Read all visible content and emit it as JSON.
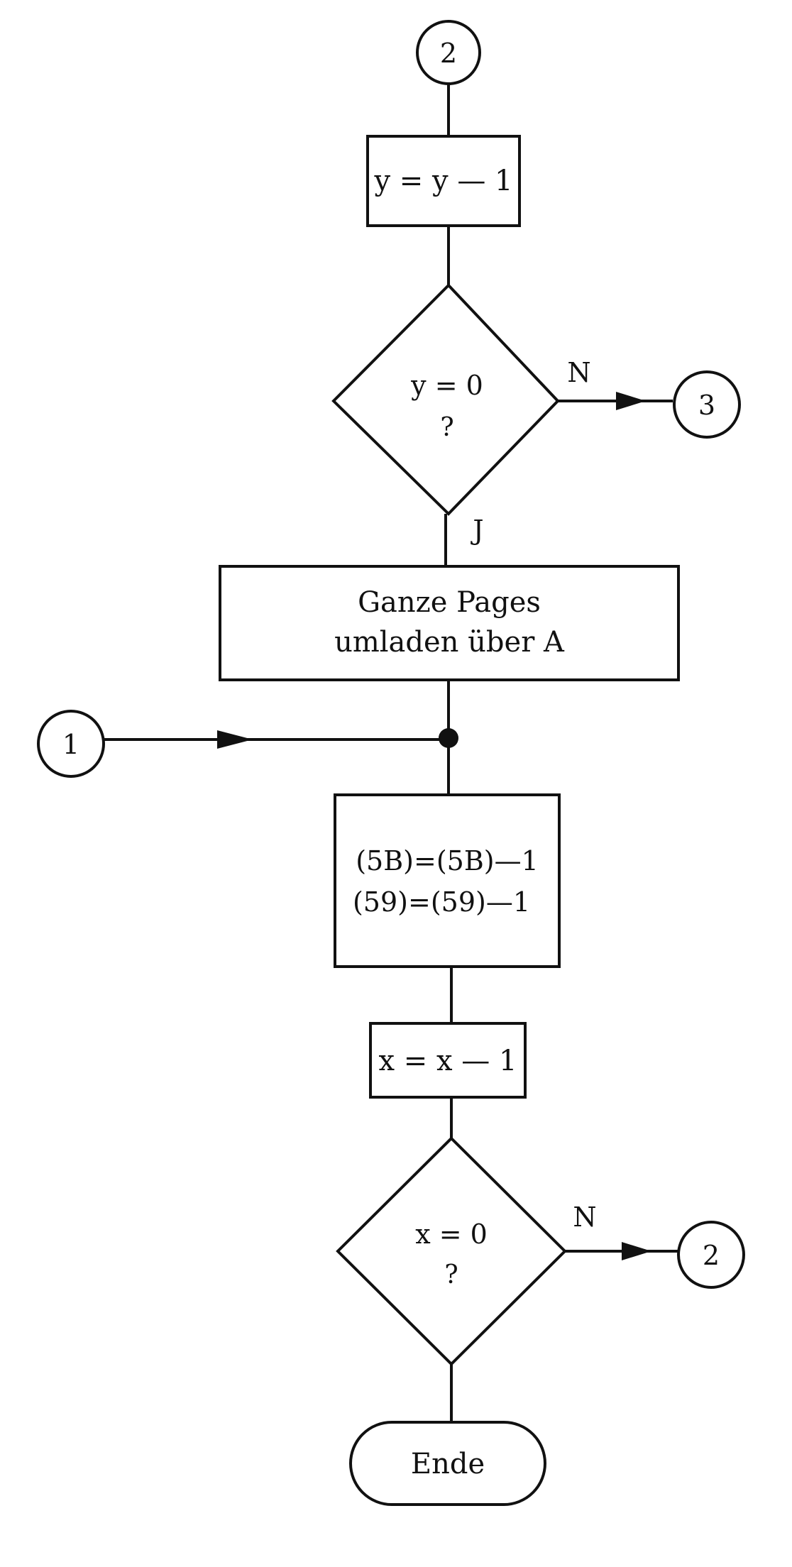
{
  "flowchart": {
    "connector_top": "2",
    "box_y_decrement": "y = y — 1",
    "decision_y": {
      "line1": "y = 0",
      "line2": "?"
    },
    "decision_y_no": "N",
    "decision_y_yes": "J",
    "connector_right_y": "3",
    "box_pages": {
      "line1": "Ganze Pages",
      "line2": "umladen über A"
    },
    "connector_left": "1",
    "box_registers": {
      "line1": "(5B)=(5B)—1",
      "line2": "(59)=(59)—1"
    },
    "box_x_decrement": "x = x — 1",
    "decision_x": {
      "line1": "x = 0",
      "line2": "?"
    },
    "decision_x_no": "N",
    "connector_right_x": "2",
    "terminal_end": "Ende"
  }
}
